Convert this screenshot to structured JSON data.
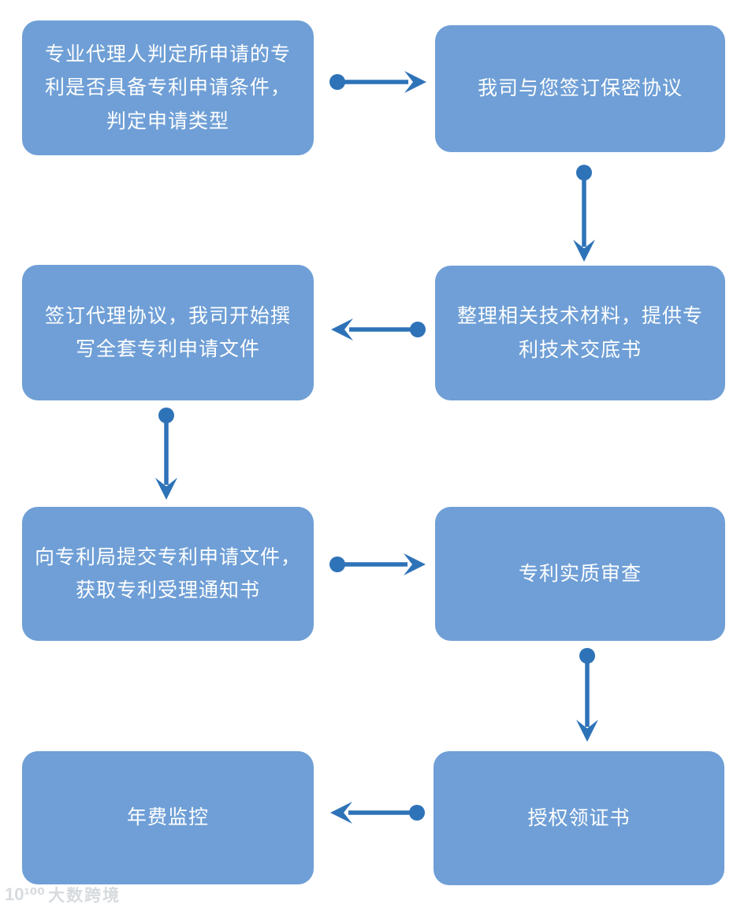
{
  "colors": {
    "background": "#ffffff",
    "node_fill": "#6f9fd6",
    "node_text": "#ffffff",
    "arrow": "#2e73b8",
    "watermark": "#d7dbde"
  },
  "flowchart": {
    "type": "process-flow",
    "language": "zh-CN",
    "topic": "专利申请代理流程",
    "nodes": {
      "n1": {
        "label": "专业代理人判定所申请的专\n利是否具备专利申请条件，\n判定申请类型"
      },
      "n2": {
        "label": "我司与您签订保密协议"
      },
      "n3": {
        "label": "签订代理协议，我司开始撰\n写全套专利申请文件"
      },
      "n4": {
        "label": "整理相关技术材料，提供专\n利技术交底书"
      },
      "n5": {
        "label": "向专利局提交专利申请文件，\n获取专利受理通知书"
      },
      "n6": {
        "label": "专利实质审查"
      },
      "n7": {
        "label": "年费监控"
      },
      "n8": {
        "label": "授权领证书"
      }
    },
    "edges": [
      {
        "from": "n1",
        "to": "n2",
        "direction": "right"
      },
      {
        "from": "n2",
        "to": "n4",
        "direction": "down"
      },
      {
        "from": "n4",
        "to": "n3",
        "direction": "left"
      },
      {
        "from": "n3",
        "to": "n5",
        "direction": "down"
      },
      {
        "from": "n5",
        "to": "n6",
        "direction": "right"
      },
      {
        "from": "n6",
        "to": "n8",
        "direction": "down"
      },
      {
        "from": "n8",
        "to": "n7",
        "direction": "left"
      }
    ]
  },
  "watermark": {
    "logo": "10¹⁰⁰",
    "text": "大数跨境"
  }
}
